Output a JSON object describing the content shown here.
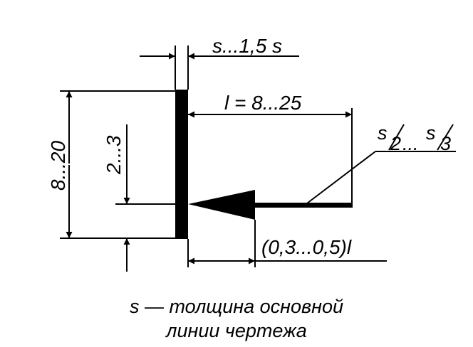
{
  "dimensions": {
    "s_range": "s...1,5 s",
    "l_range": "l = 8...25",
    "thickness_ratio": {
      "numerator_a": "s",
      "denominator_a": "2",
      "dots": "...",
      "numerator_b": "s",
      "denominator_b": "3"
    },
    "height_outer": "8...20",
    "height_inner": "2...3",
    "arrow_length": "(0,3...0,5)l"
  },
  "caption": {
    "line1": "s — толщина основной",
    "line2": "линии чертежа"
  }
}
